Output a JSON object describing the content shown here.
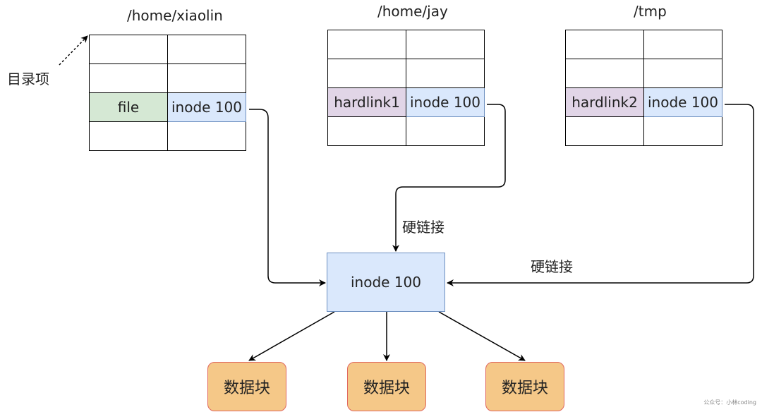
{
  "directories": [
    {
      "path": "/home/xiaolin",
      "rows": [
        [
          "",
          ""
        ],
        [
          "",
          ""
        ],
        [
          "file",
          "inode 100"
        ],
        [
          "",
          ""
        ]
      ]
    },
    {
      "path": "/home/jay",
      "rows": [
        [
          "",
          ""
        ],
        [
          "",
          ""
        ],
        [
          "hardlink1",
          "inode 100"
        ],
        [
          "",
          ""
        ]
      ]
    },
    {
      "path": "/tmp",
      "rows": [
        [
          "",
          ""
        ],
        [
          "",
          ""
        ],
        [
          "hardlink2",
          "inode 100"
        ],
        [
          "",
          ""
        ]
      ]
    }
  ],
  "entry_label": "目录项",
  "hardlink_label": "硬链接",
  "inode_label": "inode 100",
  "data_blocks": [
    "数据块",
    "数据块",
    "数据块"
  ],
  "watermark": "公众号：小林coding",
  "colors": {
    "file_cell": "#d5e8d4",
    "hardlink_cell": "#e1d5e7",
    "inode_fill": "#dae8fc",
    "inode_border": "#6c8ebf",
    "block_fill": "#f5c888",
    "block_border": "#e0675e"
  }
}
